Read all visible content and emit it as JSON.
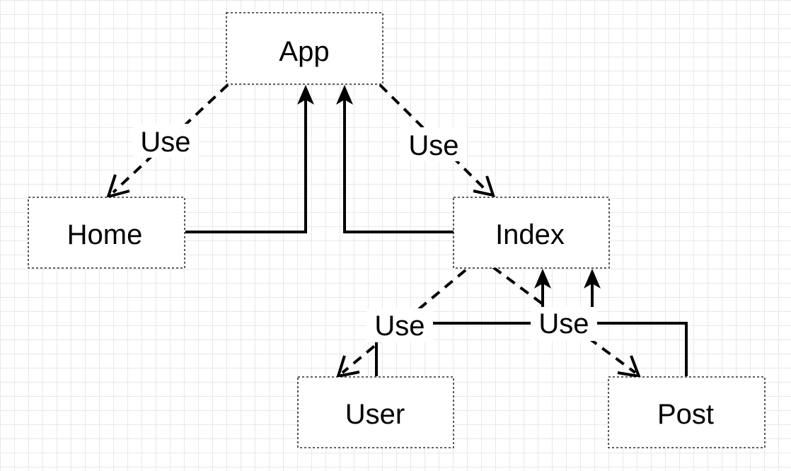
{
  "nodes": {
    "app": "App",
    "home": "Home",
    "index": "Index",
    "user": "User",
    "post": "Post"
  },
  "edge_labels": {
    "app_home": "Use",
    "app_index": "Use",
    "index_user": "Use",
    "index_post": "Use"
  }
}
